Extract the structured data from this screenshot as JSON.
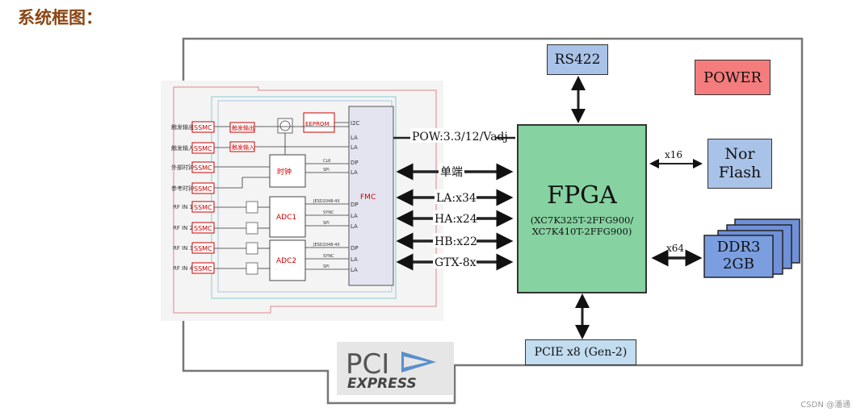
{
  "heading": "系统框图：",
  "blocks": {
    "rs422": "RS422",
    "power": "POWER",
    "fpga_title": "FPGA",
    "fpga_sub1": "(XC7K325T-2FFG900/",
    "fpga_sub2": "XC7K410T-2FFG900)",
    "nor_line1": "Nor",
    "nor_line2": "Flash",
    "ddr_line1": "DDR3",
    "ddr_line2": "2GB",
    "pcie": "PCIE x8 (Gen-2)"
  },
  "links": {
    "pow": "POW:3.3/12/Vadj",
    "single": "单端",
    "la": "LA:x34",
    "ha": "HA:x24",
    "hb": "HB:x22",
    "gtx": "GTX-8x",
    "x16": "x16",
    "x64": "x64"
  },
  "fmc_board": {
    "fmc": "FMC",
    "eeprom": "EEPROM",
    "clock": "时钟",
    "adc1": "ADC1",
    "adc2": "ADC2",
    "ssmc": [
      "SSMC",
      "SSMC",
      "SSMC",
      "SSMC",
      "SSMC",
      "SSMC",
      "SSMC",
      "SSMC"
    ],
    "inputs": [
      "触发输出",
      "触发输入",
      "外部时钟",
      "参考时钟",
      "RF IN 1",
      "RF IN 2",
      "RF IN 3",
      "RF IN 4"
    ],
    "trigger_out": "触发输出",
    "trigger_in": "触发输入",
    "pins": [
      "I2C",
      "LA",
      "LA",
      "DP",
      "LA",
      "DP",
      "LA",
      "LA",
      "DP",
      "LA",
      "LA"
    ],
    "sig": [
      "CLK",
      "SPI",
      "JESD2048-4X",
      "SYNC",
      "SPI",
      "JESD2048-4X",
      "SYNC",
      "SPI"
    ]
  },
  "logo": {
    "line1": "PCI",
    "line2": "EXPRESS"
  },
  "watermark": "CSDN @潘通"
}
